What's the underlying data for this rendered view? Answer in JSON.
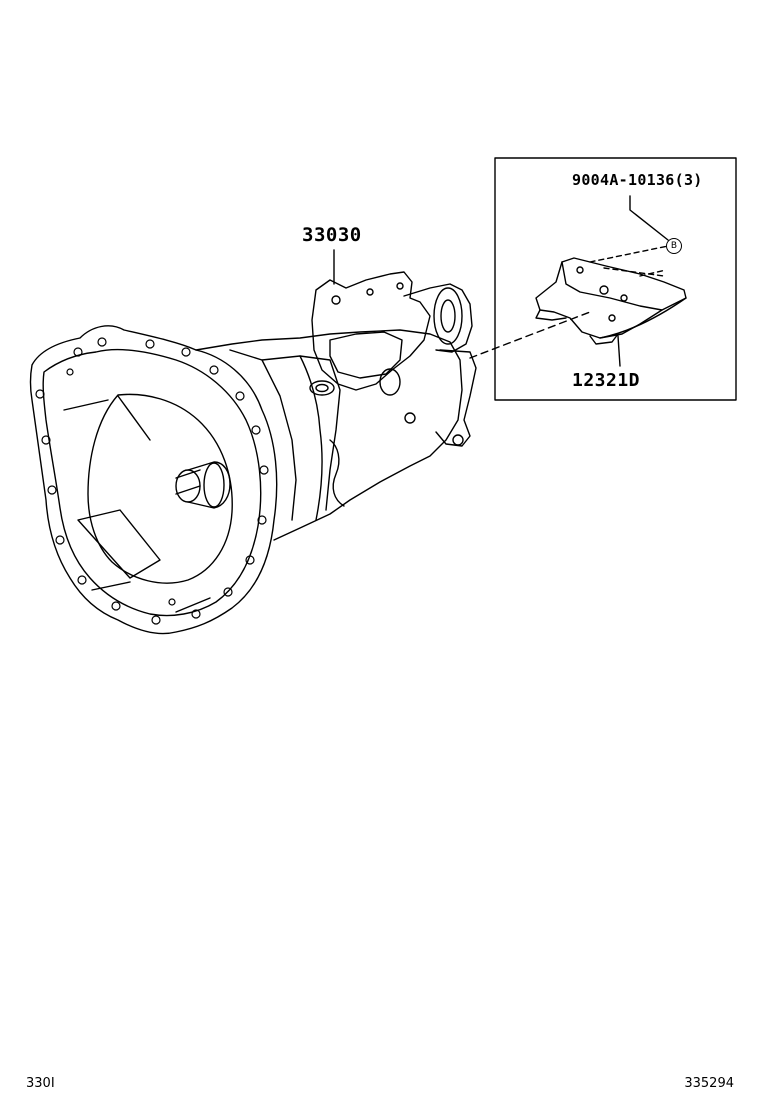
{
  "parts": {
    "transmission": {
      "number": "33030"
    },
    "bolt": {
      "number": "9004A-10136(3)"
    },
    "bracket": {
      "number": "12321D"
    }
  },
  "reference_marker": "B",
  "footer": {
    "left_code": "330I",
    "right_code": "335294"
  },
  "colors": {
    "line": "#000000",
    "background": "#ffffff"
  }
}
